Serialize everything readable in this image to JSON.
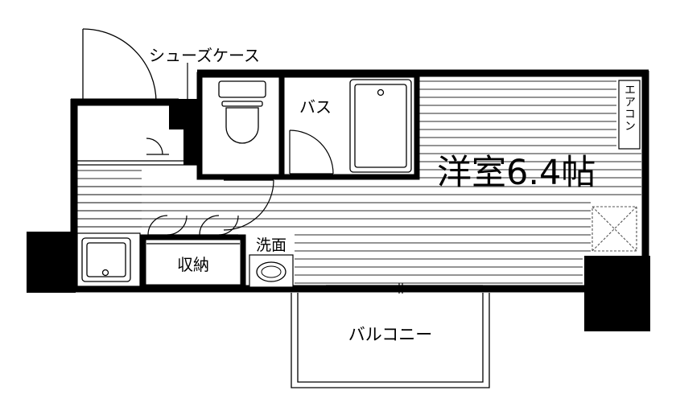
{
  "labels": {
    "shoe_case": "シューズケース",
    "bath": "バス",
    "aircon": "エアコン",
    "western_room": "洋室6.4帖",
    "washbasin": "洗面",
    "storage": "収納",
    "balcony": "バルコニー"
  },
  "colors": {
    "wall": "#000000",
    "floor_line": "#555555",
    "fixture": "#555555",
    "background": "#ffffff"
  }
}
